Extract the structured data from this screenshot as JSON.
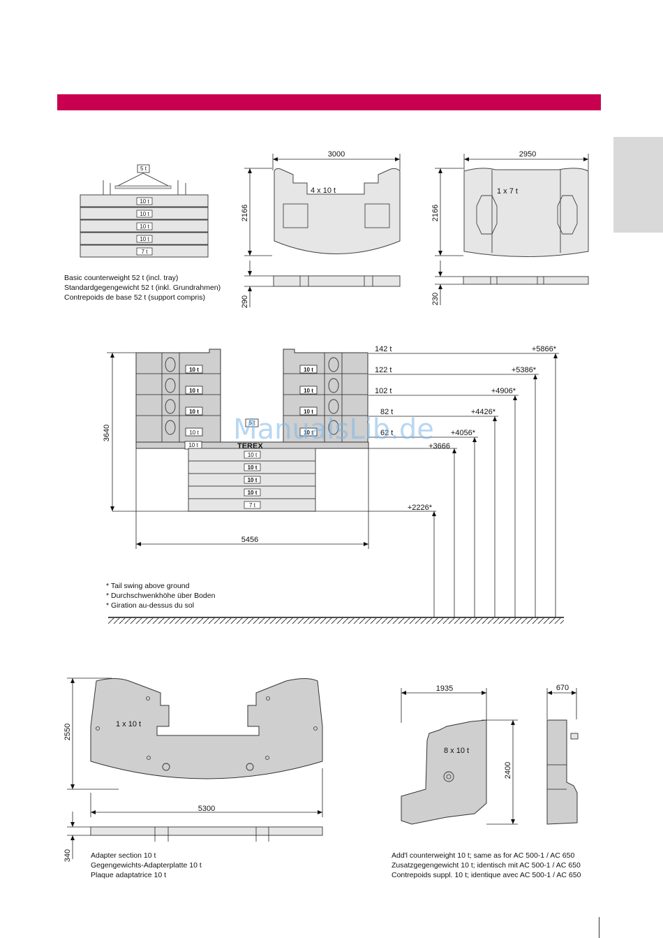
{
  "colors": {
    "accent": "#c8004f",
    "tab": "#d9d9d9",
    "block": "#cfcfcf",
    "watermark": "#7fb8e8"
  },
  "basic": {
    "tray_label": "5 t",
    "block_labels": [
      "10 t",
      "10 t",
      "10 t",
      "10 t",
      "7 t"
    ],
    "caption": [
      "Basic counterweight 52 t (incl. tray)",
      "Standardgegengewicht 52 t (inkl. Grundrahmen)",
      "Contrepoids de base 52 t (support compris)"
    ]
  },
  "plate1": {
    "width": "3000",
    "height": "2166",
    "thickness": "290",
    "label": "4 x 10 t"
  },
  "plate2": {
    "width": "2950",
    "height": "2166",
    "thickness": "230",
    "label": "1 x 7 t"
  },
  "main": {
    "height": "3640",
    "width": "5456",
    "left_labels": [
      "10 t",
      "10 t",
      "10 t",
      "10 t"
    ],
    "right_labels": [
      "10 t",
      "10 t",
      "10 t",
      "10 t"
    ],
    "center_labels": [
      "5 t",
      "10 t",
      "10 t",
      "10 t",
      "10 t",
      "10 t",
      "7 t"
    ],
    "brand": "TEREX",
    "levels": [
      {
        "weight": "142 t",
        "height": "+5866*"
      },
      {
        "weight": "122 t",
        "height": "+5386*"
      },
      {
        "weight": "102 t",
        "height": "+4906*"
      },
      {
        "weight": "82 t",
        "height": "+4426*"
      },
      {
        "weight": "62 t",
        "height": "+4056*"
      },
      {
        "weight": "",
        "height": "+3666"
      },
      {
        "weight": "",
        "height": "+2226*"
      }
    ],
    "notes": [
      "*  Tail swing above ground",
      "*  Durchschwenkhöhe über Boden",
      "*  Giration au-dessus du sol"
    ]
  },
  "adapter": {
    "width": "5300",
    "height": "2550",
    "thickness": "340",
    "label": "1 x 10 t",
    "caption": [
      "Adapter section 10 t",
      "Gegengewichts-Adapterplatte 10 t",
      "Plaque adaptatrice 10 t"
    ]
  },
  "additional": {
    "width": "1935",
    "height": "2400",
    "depth": "670",
    "label": "8 x 10 t",
    "caption": [
      "Add'l counterweight 10 t; same as for AC 500-1 / AC 650",
      "Zusatzgegengewicht 10 t; identisch mit AC 500-1 / AC 650",
      "Contrepoids suppl. 10 t; identique avec AC 500-1 / AC 650"
    ]
  },
  "watermark": "ManualsLib.de"
}
